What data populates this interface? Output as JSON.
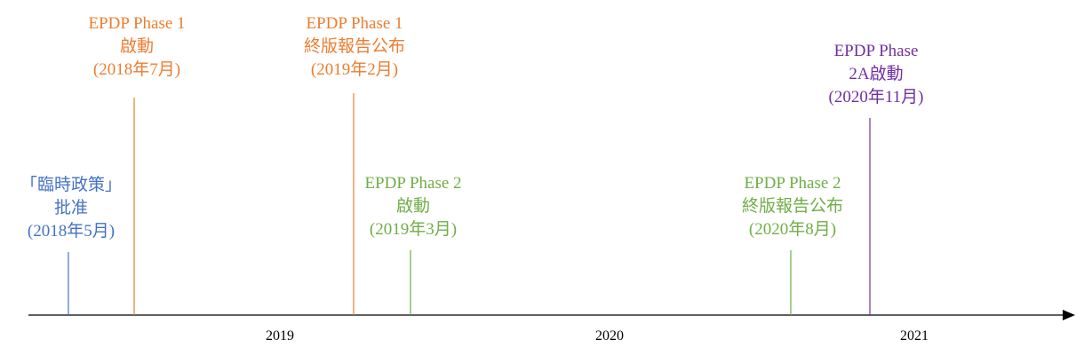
{
  "colors": {
    "blue": "#4472c4",
    "orange": "#ed7d31",
    "green": "#70ad47",
    "purple": "#7030a0",
    "axis": "#000000"
  },
  "axis": {
    "years": [
      "2019",
      "2020",
      "2021"
    ]
  },
  "events": [
    {
      "id": "interim-policy",
      "color": "blue",
      "lines": [
        "「臨時政策」",
        "批准",
        "(2018年5月)"
      ]
    },
    {
      "id": "phase1-start",
      "color": "orange",
      "lines": [
        "EPDP Phase 1",
        "啟動",
        "(2018年7月)"
      ]
    },
    {
      "id": "phase1-report",
      "color": "orange",
      "lines": [
        "EPDP Phase 1",
        "終版報告公布",
        "(2019年2月)"
      ]
    },
    {
      "id": "phase2-start",
      "color": "green",
      "lines": [
        "EPDP Phase 2",
        "啟動",
        "(2019年3月)"
      ]
    },
    {
      "id": "phase2-report",
      "color": "green",
      "lines": [
        "EPDP Phase 2",
        "終版報告公布",
        "(2020年8月)"
      ]
    },
    {
      "id": "phase2a-start",
      "color": "purple",
      "lines": [
        "EPDP Phase",
        "2A啟動",
        "(2020年11月)"
      ]
    }
  ]
}
